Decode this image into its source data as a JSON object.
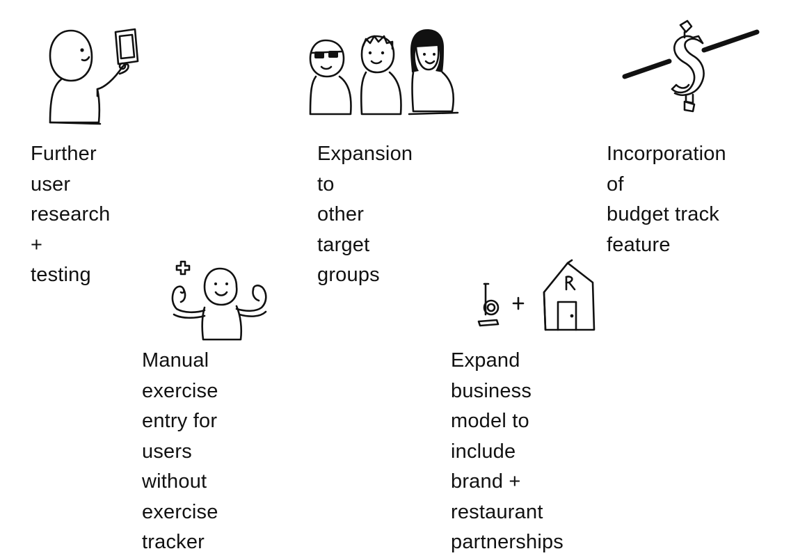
{
  "items": [
    {
      "id": "user-research",
      "icon": "person-with-phone-icon",
      "caption": "Further user\nresearch +\ntesting"
    },
    {
      "id": "target-groups",
      "icon": "group-of-people-icon",
      "caption": "Expansion to\nother target\ngroups"
    },
    {
      "id": "budget-track",
      "icon": "dollar-slashed-icon",
      "caption": "Incorporation of\nbudget track\nfeature"
    },
    {
      "id": "manual-exercise",
      "icon": "strong-person-plus-icon",
      "caption": "Manual exercise\nentry for users\nwithout exercise\ntracker"
    },
    {
      "id": "business-model",
      "icon": "brand-plus-restaurant-icon",
      "caption": "Expand business\nmodel to include\nbrand + restaurant\npartnerships"
    }
  ]
}
